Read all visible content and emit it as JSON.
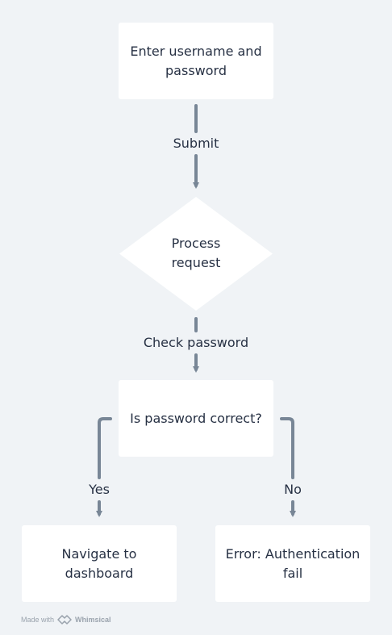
{
  "nodes": {
    "enter_credentials": "Enter username and\npassword",
    "process_request": "Process\nrequest",
    "password_check": "Is password correct?",
    "navigate_dashboard": "Navigate to\ndashboard",
    "auth_error": "Error: Authentication\nfail"
  },
  "edges": {
    "submit": "Submit",
    "check_password": "Check password",
    "yes": "Yes",
    "no": "No"
  },
  "footer": {
    "made_with": "Made with",
    "brand": "Whimsical"
  },
  "colors": {
    "background": "#f0f3f6",
    "node_fill": "#ffffff",
    "connector": "#788696",
    "text": "#273144"
  }
}
